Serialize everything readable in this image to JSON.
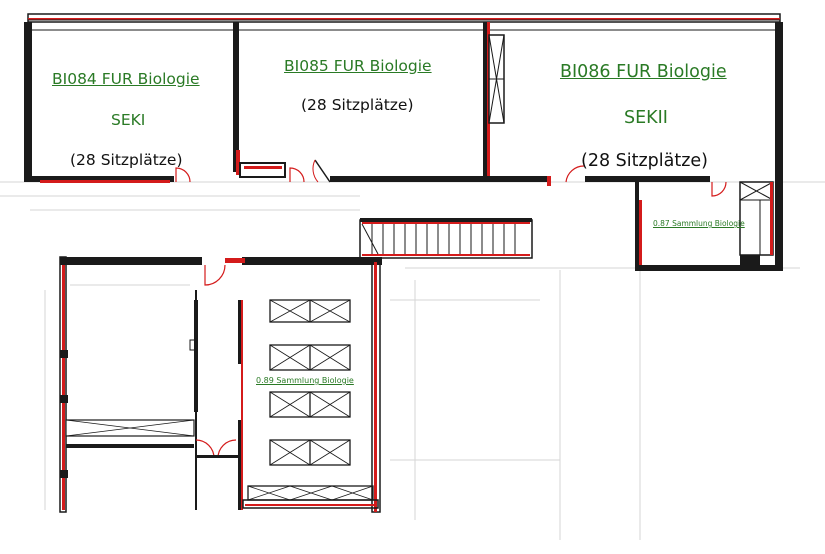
{
  "colors": {
    "wall": "#1a1a1a",
    "accent_red": "#d41b1b",
    "link_green": "#2a7a25",
    "text": "#111111",
    "ghost": "#cfcfcf"
  },
  "rooms": {
    "bi084": {
      "name": "BI084 FUR Biologie",
      "level": "SEKI",
      "seats": "(28 Sitzplätze)"
    },
    "bi085": {
      "name": "BI085 FUR Biologie",
      "seats": "(28 Sitzplätze)"
    },
    "bi086": {
      "name": "BI086 FUR Biologie",
      "level": "SEKII",
      "seats": "(28 Sitzplätze)"
    },
    "sammlung087": {
      "name": "0.87 Sammlung Biologie"
    },
    "sammlung089": {
      "name": "0.89 Sammlung Biologie"
    }
  }
}
